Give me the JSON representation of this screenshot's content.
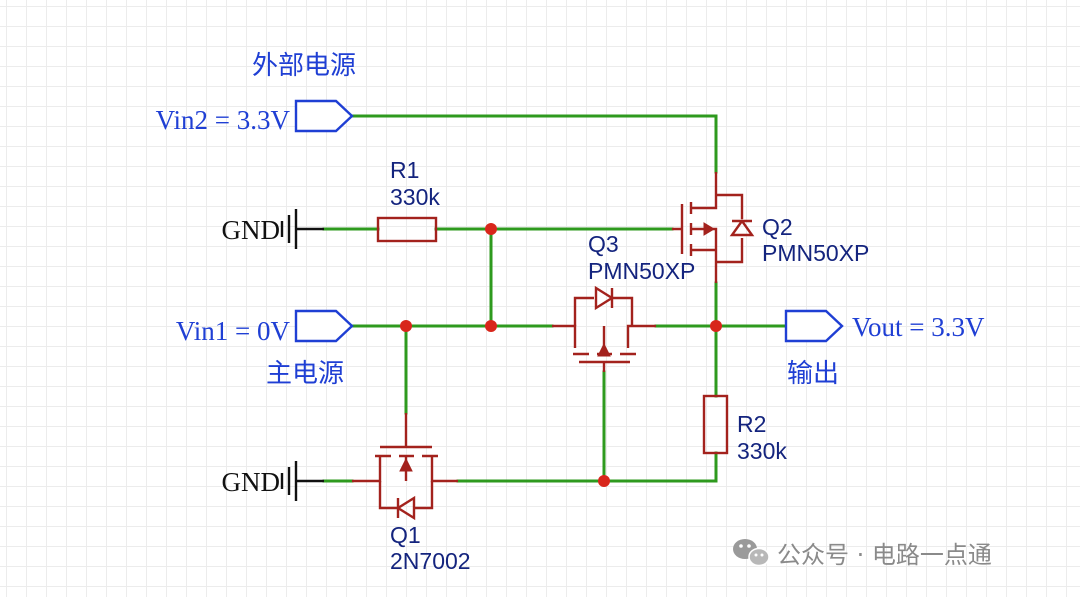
{
  "labels": {
    "external_power": "外部电源",
    "main_power": "主电源",
    "output": "输出"
  },
  "ports": {
    "vin2": "Vin2 = 3.3V",
    "vin1": "Vin1 = 0V",
    "vout": "Vout = 3.3V"
  },
  "grounds": {
    "gnd_top": "GND",
    "gnd_bottom": "GND"
  },
  "components": {
    "r1": {
      "ref": "R1",
      "value": "330k"
    },
    "r2": {
      "ref": "R2",
      "value": "330k"
    },
    "q1": {
      "ref": "Q1",
      "value": "2N7002"
    },
    "q2": {
      "ref": "Q2",
      "value": "PMN50XP"
    },
    "q3": {
      "ref": "Q3",
      "value": "PMN50XP"
    }
  },
  "watermark": {
    "text": "公众号 · 电路一点通",
    "icon": "wechat-icon"
  },
  "colors": {
    "wire": "#2e9a1e",
    "component": "#a3221d",
    "junction": "#d8261b",
    "port": "#1f3fd4",
    "component_label": "#14247e"
  }
}
